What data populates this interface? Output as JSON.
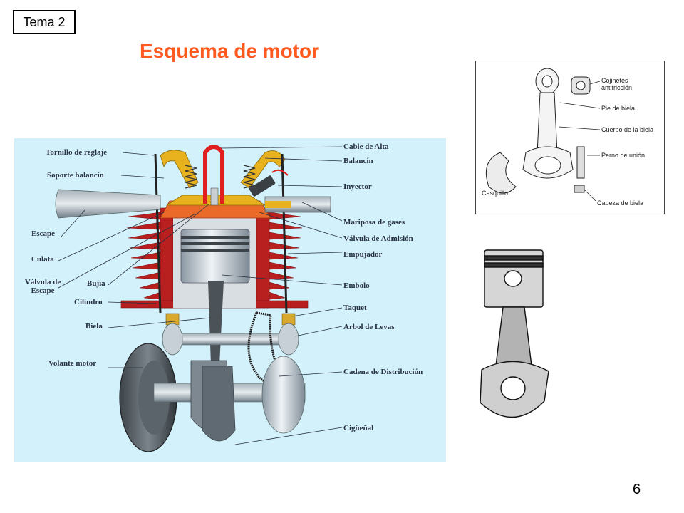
{
  "slide": {
    "tag": "Tema 2",
    "title": "Esquema de motor",
    "page_number": "6"
  },
  "engine_diagram": {
    "labels_left": [
      "Tornillo de reglaje",
      "Soporte balancín",
      "Escape",
      "Culata",
      "Válvula de Escape",
      "Bujia",
      "Cilindro",
      "Biela",
      "Volante motor"
    ],
    "labels_right": [
      "Cable de Alta",
      "Balancín",
      "Inyector",
      "Mariposa de gases",
      "Válvula de Admisión",
      "Empujador",
      "Embolo",
      "Taquet",
      "Arbol de Levas",
      "Cadena de Distribución",
      "Cigüeñal"
    ],
    "colors": {
      "background": "#d3f1fb",
      "cylinder_fins": "#b81f1f",
      "rocker": "#e8b21e",
      "metal": "#b9c4cc",
      "ignition_cable": "#e02020",
      "label_text": "#27303f"
    }
  },
  "rod_diagram": {
    "labels": {
      "bearings": "Cojinetes antifricción",
      "small_end": "Pie de biela",
      "body": "Cuerpo de la biela",
      "bolt": "Perno de unión",
      "shell": "Casquillo",
      "big_end": "Cabeza de biela"
    }
  },
  "piston_image": {
    "icon": "piston-with-connecting-rod-icon"
  }
}
